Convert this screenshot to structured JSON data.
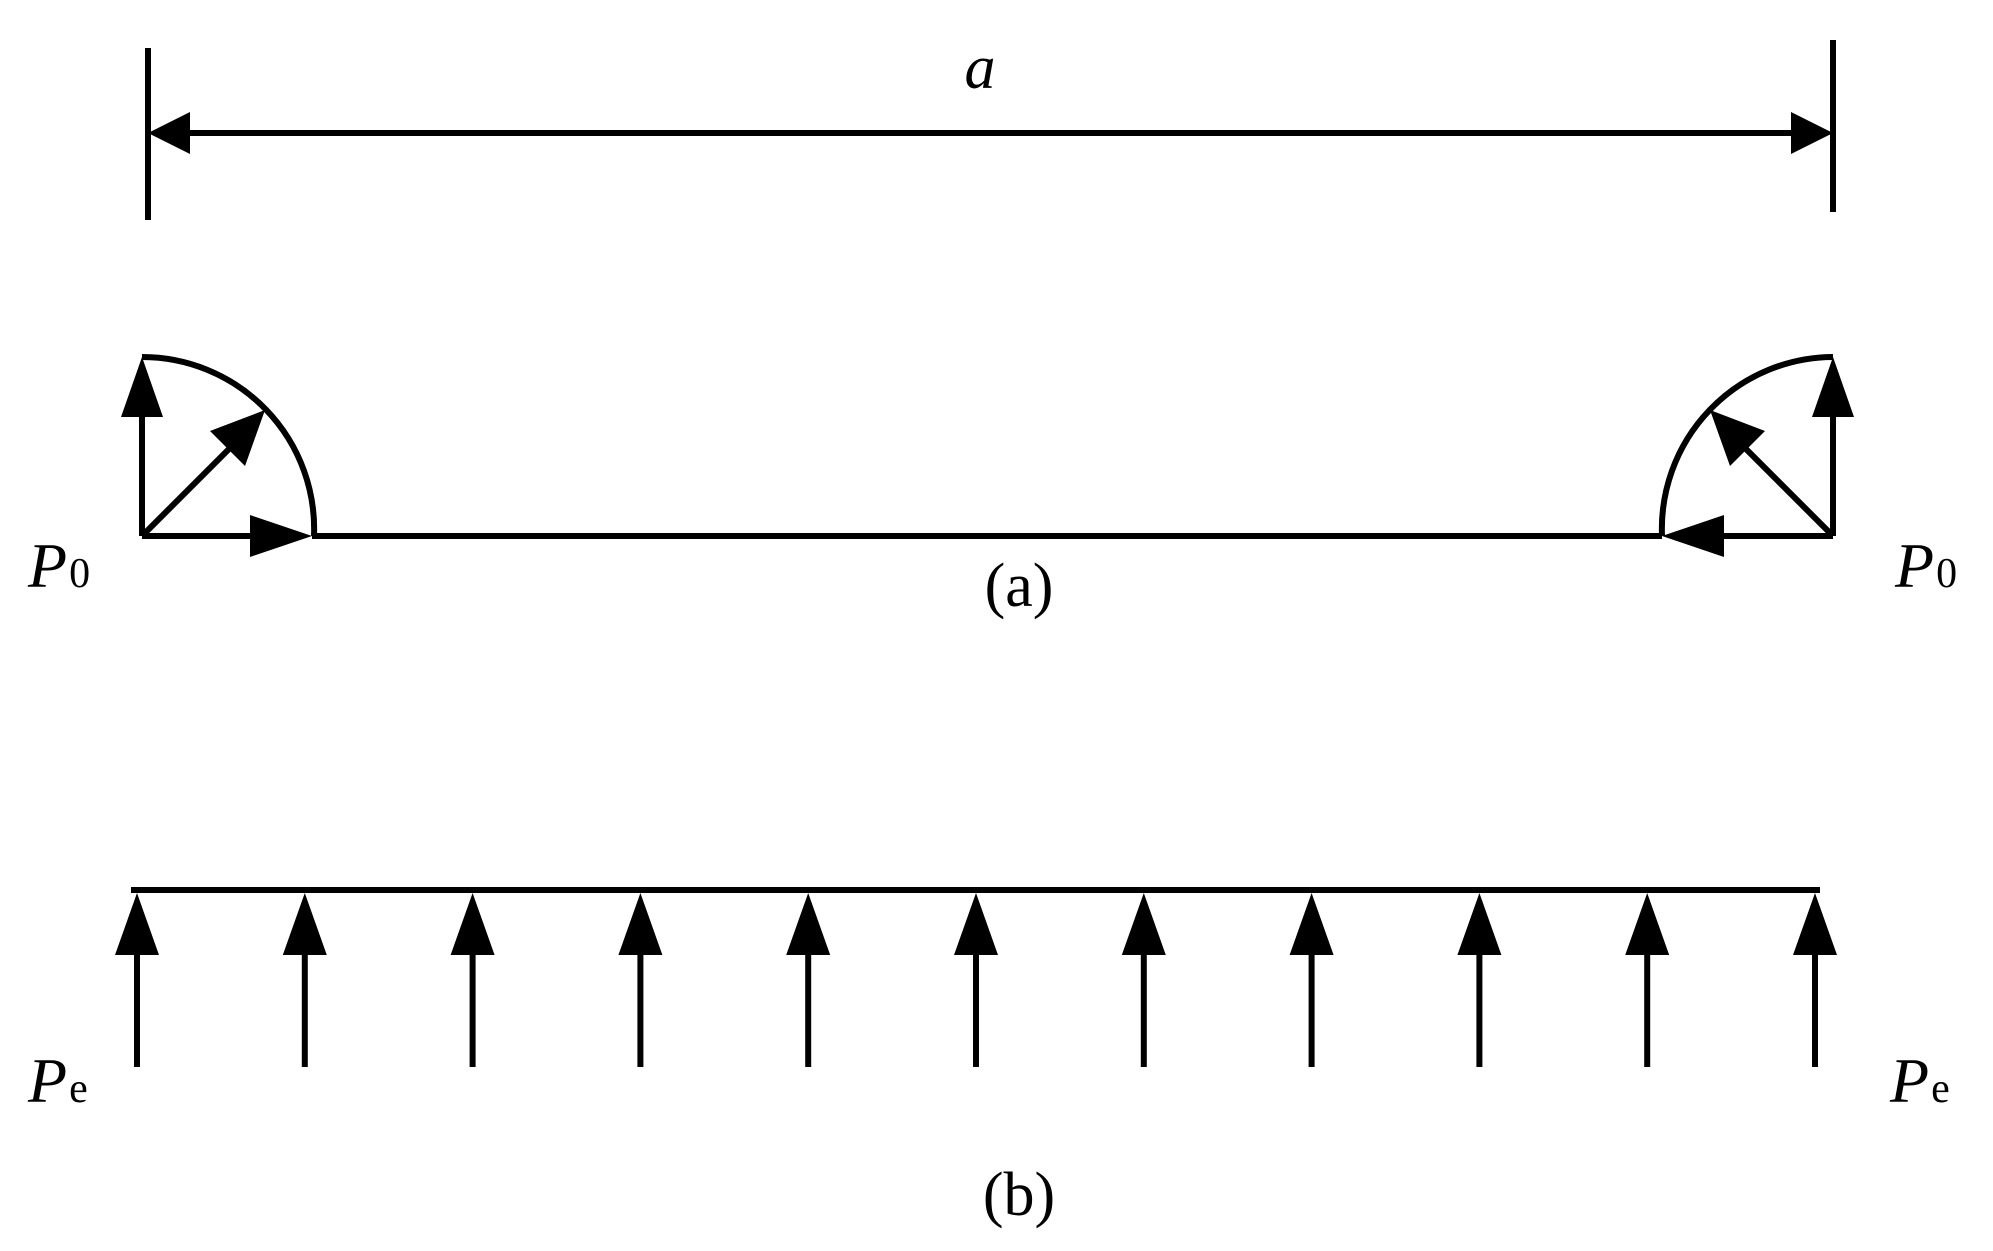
{
  "dimension": {
    "symbol": "a"
  },
  "panel_a": {
    "caption": "(a)",
    "left_label": {
      "main": "P",
      "sub": "0"
    },
    "right_label": {
      "main": "P",
      "sub": "0"
    }
  },
  "panel_b": {
    "caption": "(b)",
    "left_label": {
      "main": "P",
      "sub": "e"
    },
    "right_label": {
      "main": "P",
      "sub": "e"
    },
    "arrow_count": 11
  }
}
